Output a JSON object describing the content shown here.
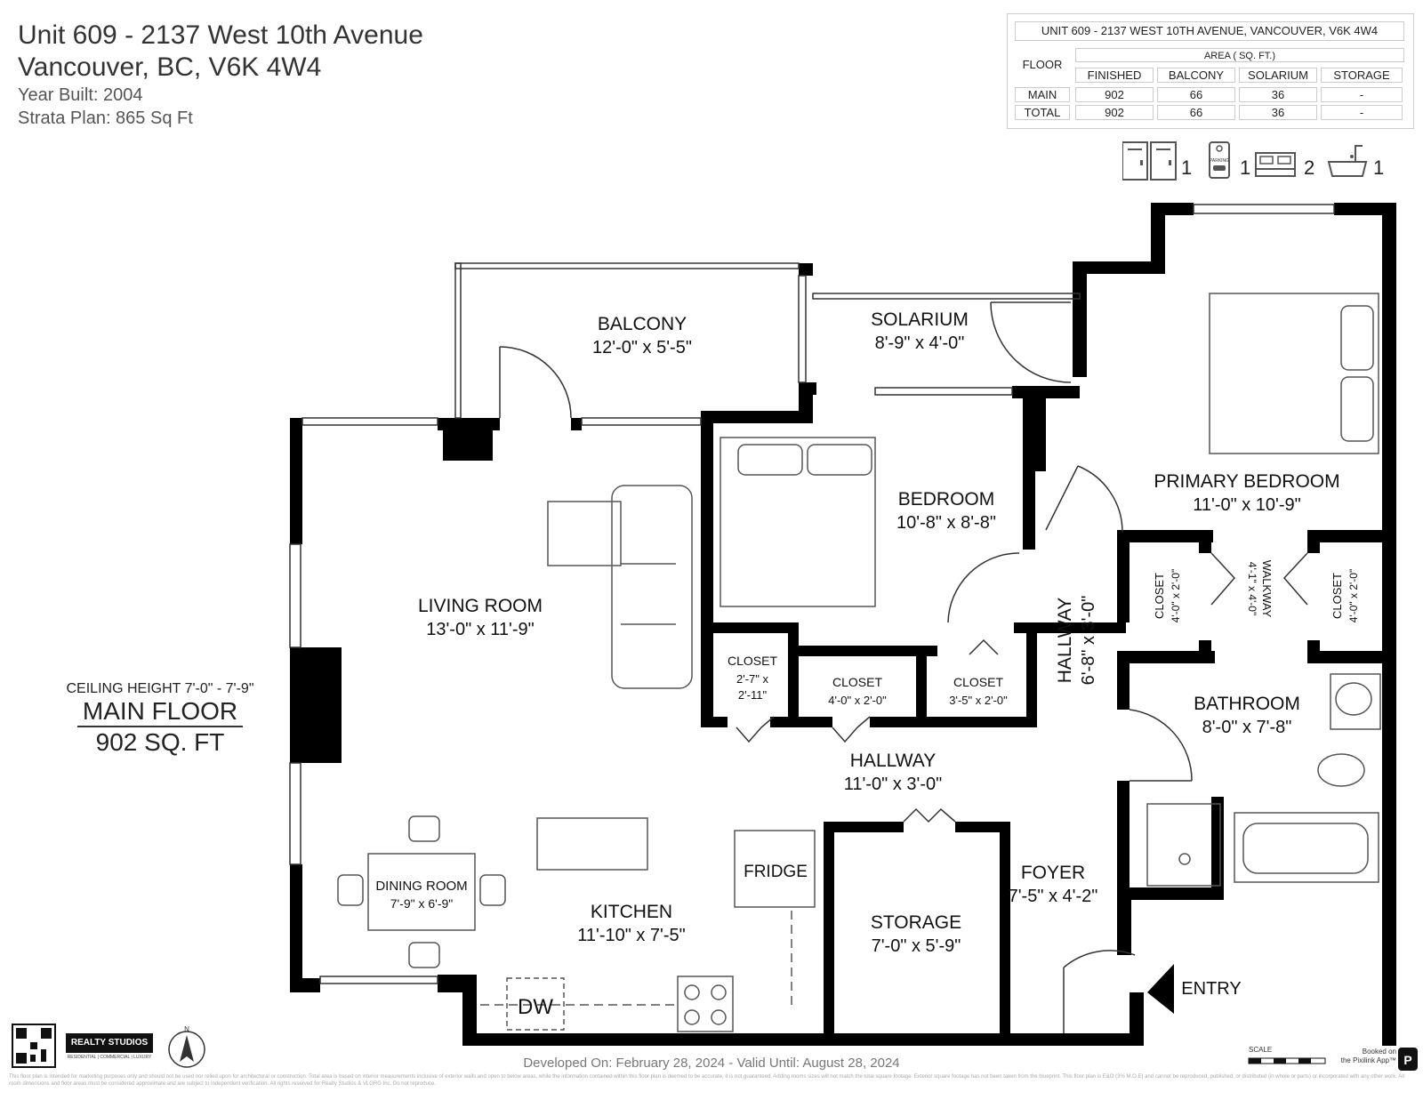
{
  "header": {
    "line1": "Unit 609 - 2137 West 10th Avenue",
    "line2": "Vancouver, BC, V6K 4W4",
    "year_built": "Year Built: 2004",
    "strata_plan": "Strata Plan: 865 Sq Ft"
  },
  "area_table": {
    "title": "UNIT 609 - 2137 WEST 10TH AVENUE, VANCOUVER, V6K 4W4",
    "floor_header": "FLOOR",
    "area_header": "AREA ( SQ. FT.)",
    "columns": [
      "FINISHED",
      "BALCONY",
      "SOLARIUM",
      "STORAGE"
    ],
    "rows": [
      {
        "label": "MAIN",
        "values": [
          "902",
          "66",
          "36",
          "-"
        ]
      },
      {
        "label": "TOTAL",
        "values": [
          "902",
          "66",
          "36",
          "-"
        ]
      }
    ]
  },
  "icons": [
    {
      "name": "locker-icon",
      "count": "1"
    },
    {
      "name": "parking-icon",
      "count": "1",
      "tag": "PARKING"
    },
    {
      "name": "bed-icon",
      "count": "2"
    },
    {
      "name": "bathtub-icon",
      "count": "1"
    }
  ],
  "ceiling": {
    "height": "CEILING HEIGHT 7'-0\" - 7'-9\"",
    "floor": "MAIN FLOOR",
    "area": "902 SQ. FT"
  },
  "rooms": {
    "balcony": {
      "name": "BALCONY",
      "dim": "12'-0\" x 5'-5\""
    },
    "solarium": {
      "name": "SOLARIUM",
      "dim": "8'-9\" x 4'-0\""
    },
    "bedroom": {
      "name": "BEDROOM",
      "dim": "10'-8\" x 8'-8\""
    },
    "primary": {
      "name": "PRIMARY BEDROOM",
      "dim": "11'-0\" x 10'-9\""
    },
    "living": {
      "name": "LIVING ROOM",
      "dim": "13'-0\" x 11'-9\""
    },
    "closet1": {
      "name": "CLOSET",
      "dim1": "2'-7\" x",
      "dim2": "2'-11\""
    },
    "closet2": {
      "name": "CLOSET",
      "dim": "4'-0\" x 2'-0\""
    },
    "closet3": {
      "name": "CLOSET",
      "dim": "3'-5\" x 2'-0\""
    },
    "hallway_v": {
      "name": "HALLWAY",
      "dim": "6'-8\" x 3'-0\""
    },
    "closet_l": {
      "name": "CLOSET",
      "dim": "4'-0\" x 2'-0\""
    },
    "walkway": {
      "name": "WALKWAY",
      "dim": "4'-1\" x 4'-0\""
    },
    "closet_r": {
      "name": "CLOSET",
      "dim": "4'-0\" x 2'-0\""
    },
    "bathroom": {
      "name": "BATHROOM",
      "dim": "8'-0\" x 7'-8\""
    },
    "hallway_h": {
      "name": "HALLWAY",
      "dim": "11'-0\" x 3'-0\""
    },
    "fridge": {
      "name": "FRIDGE"
    },
    "dining": {
      "name": "DINING ROOM",
      "dim": "7'-9\" x 6'-9\""
    },
    "kitchen": {
      "name": "KITCHEN",
      "dim": "11'-10\" x 7'-5\""
    },
    "storage": {
      "name": "STORAGE",
      "dim": "7'-0\" x 5'-9\""
    },
    "foyer": {
      "name": "FOYER",
      "dim": "7'-5\" x 4'-2\""
    },
    "dw": {
      "name": "DW"
    },
    "entry": {
      "name": "ENTRY"
    }
  },
  "footer": {
    "developed": "Developed On: February 28, 2024 - Valid Until: August 28, 2024",
    "disclaimer": "This floor plan is intended for marketing purposes only and should not be used nor relied upon for architectural or construction. Total area is based on interior measurements inclusive of exterior walls and open to below areas, while the information contained within this floor plan is deemed to be accurate, it is not guaranteed. Adding rooms sizes will not match the total square footage. Exterior square footage has not been taken from the blueprint. This floor plan is E&O (3% M.O.E) and cannot be reproduced, published, or distributed (in whole or parts) or incorporated with any other work. All room dimensions and floor areas must be considered approximate and are subject to independent verification. All rights reserved for Realty Studios & VLGRG Inc. Do not reproduce.",
    "brand": "REALTY STUDIOS",
    "brand_sub": "RESIDENTIAL | COMMERCIAL | LUXURY",
    "scale": "SCALE",
    "pixilink1": "Booked on",
    "pixilink2": "the Pixilink App™",
    "north": "N"
  }
}
